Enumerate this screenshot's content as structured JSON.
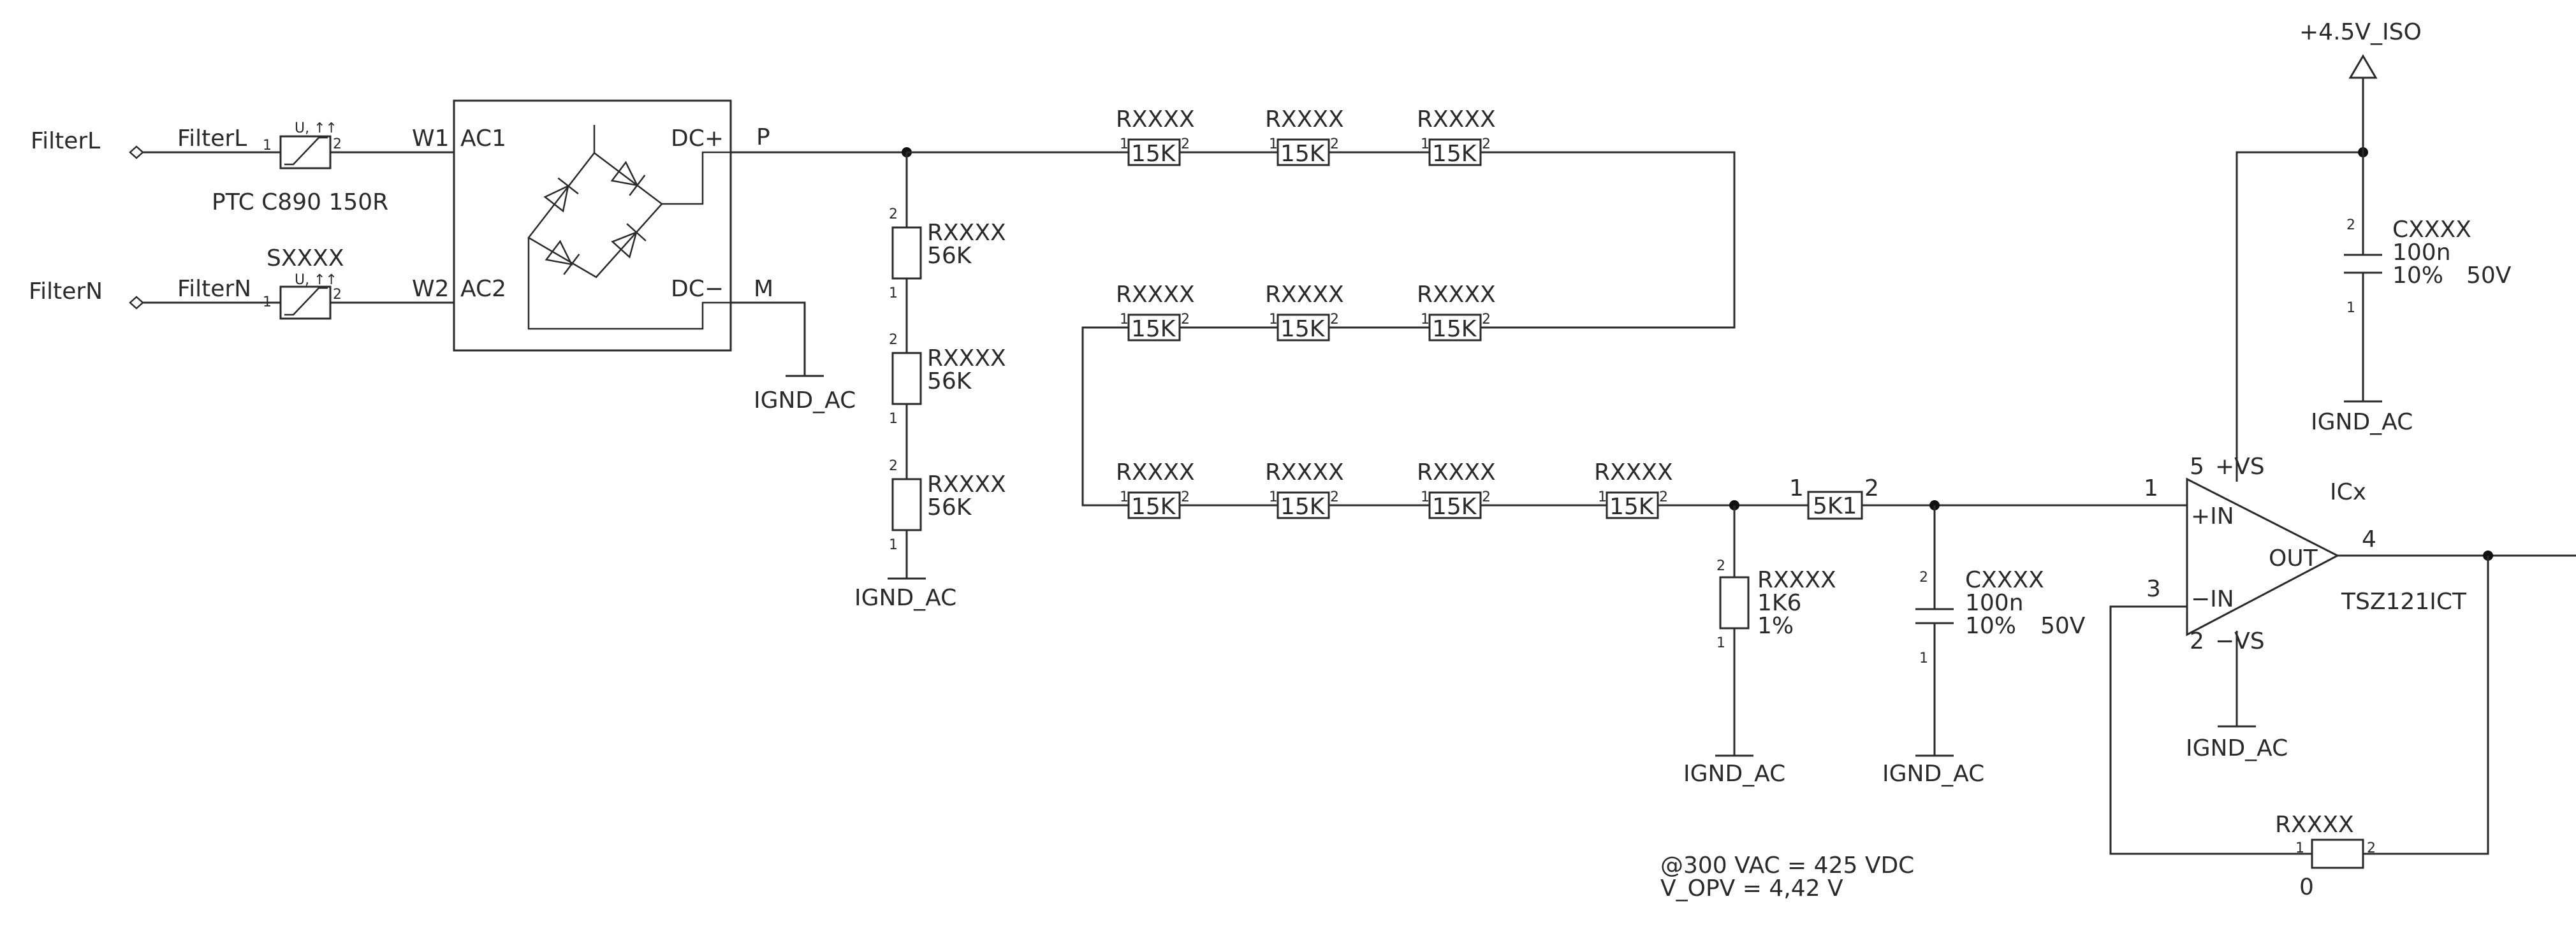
{
  "nets": {
    "filter_l": "FilterL",
    "filter_n": "FilterN",
    "filter_l_wire": "FilterL",
    "filter_n_wire": "FilterN",
    "w1": "W1",
    "w2": "W2",
    "ac1": "AC1",
    "ac2": "AC2",
    "dc_plus": "DC+",
    "dc_minus": "DC−",
    "p": "P",
    "m": "M",
    "vcc": "+4.5V_ISO",
    "ground": "IGND_AC"
  },
  "ptc_top": {
    "symbol": "U, ↑↑",
    "pin1": "1",
    "pin2": "2",
    "part": "PTC C890 150R"
  },
  "ptc_bot": {
    "designator": "SXXXX",
    "symbol": "U, ↑↑",
    "pin1": "1",
    "pin2": "2"
  },
  "chain_row1": [
    {
      "designator": "RXXXX",
      "value": "15K",
      "pin1": "1",
      "pin2": "2"
    },
    {
      "designator": "RXXXX",
      "value": "15K",
      "pin1": "1",
      "pin2": "2"
    },
    {
      "designator": "RXXXX",
      "value": "15K",
      "pin1": "1",
      "pin2": "2"
    }
  ],
  "chain_row2": [
    {
      "designator": "RXXXX",
      "value": "15K",
      "pin1": "1",
      "pin2": "2"
    },
    {
      "designator": "RXXXX",
      "value": "15K",
      "pin1": "1",
      "pin2": "2"
    },
    {
      "designator": "RXXXX",
      "value": "15K",
      "pin1": "1",
      "pin2": "2"
    }
  ],
  "chain_row3": [
    {
      "designator": "RXXXX",
      "value": "15K",
      "pin1": "1",
      "pin2": "2"
    },
    {
      "designator": "RXXXX",
      "value": "15K",
      "pin1": "1",
      "pin2": "2"
    },
    {
      "designator": "RXXXX",
      "value": "15K",
      "pin1": "1",
      "pin2": "2"
    },
    {
      "designator": "RXXXX",
      "value": "15K",
      "pin1": "1",
      "pin2": "2"
    }
  ],
  "vertical_resistors": [
    {
      "designator": "RXXXX",
      "value": "56K",
      "pin_top": "2",
      "pin_bottom": "1"
    },
    {
      "designator": "RXXXX",
      "value": "56K",
      "pin_top": "2",
      "pin_bottom": "1"
    },
    {
      "designator": "RXXXX",
      "value": "56K",
      "pin_top": "2",
      "pin_bottom": "1"
    }
  ],
  "r_series": {
    "value": "5K1",
    "pin1": "1",
    "pin2": "2"
  },
  "r_shunt": {
    "designator": "RXXXX",
    "value": "1K6",
    "tolerance": "1%",
    "pin_top": "2",
    "pin_bottom": "1"
  },
  "c_filter": {
    "designator": "CXXXX",
    "value": "100n",
    "tolerance": "10%",
    "voltage": "50V",
    "pin_top": "2",
    "pin_bottom": "1"
  },
  "c_bypass": {
    "designator": "CXXXX",
    "value": "100n",
    "tolerance": "10%",
    "voltage": "50V",
    "pin_top": "2",
    "pin_bottom": "1"
  },
  "opamp": {
    "designator": "ICx",
    "part": "TSZ121ICT",
    "pin_in_plus": "+IN",
    "pin_in_minus": "−IN",
    "pin_out": "OUT",
    "pin_vs_plus": "+VS",
    "pin_vs_minus": "−VS",
    "pin1": "1",
    "pin2": "2",
    "pin3": "3",
    "pin4": "4",
    "pin5": "5"
  },
  "r_feedback": {
    "designator": "RXXXX",
    "value": "0",
    "pin1": "1",
    "pin2": "2"
  },
  "notes": {
    "line1": "@300 VAC = 425 VDC",
    "line2": "V_OPV = 4,42 V"
  }
}
